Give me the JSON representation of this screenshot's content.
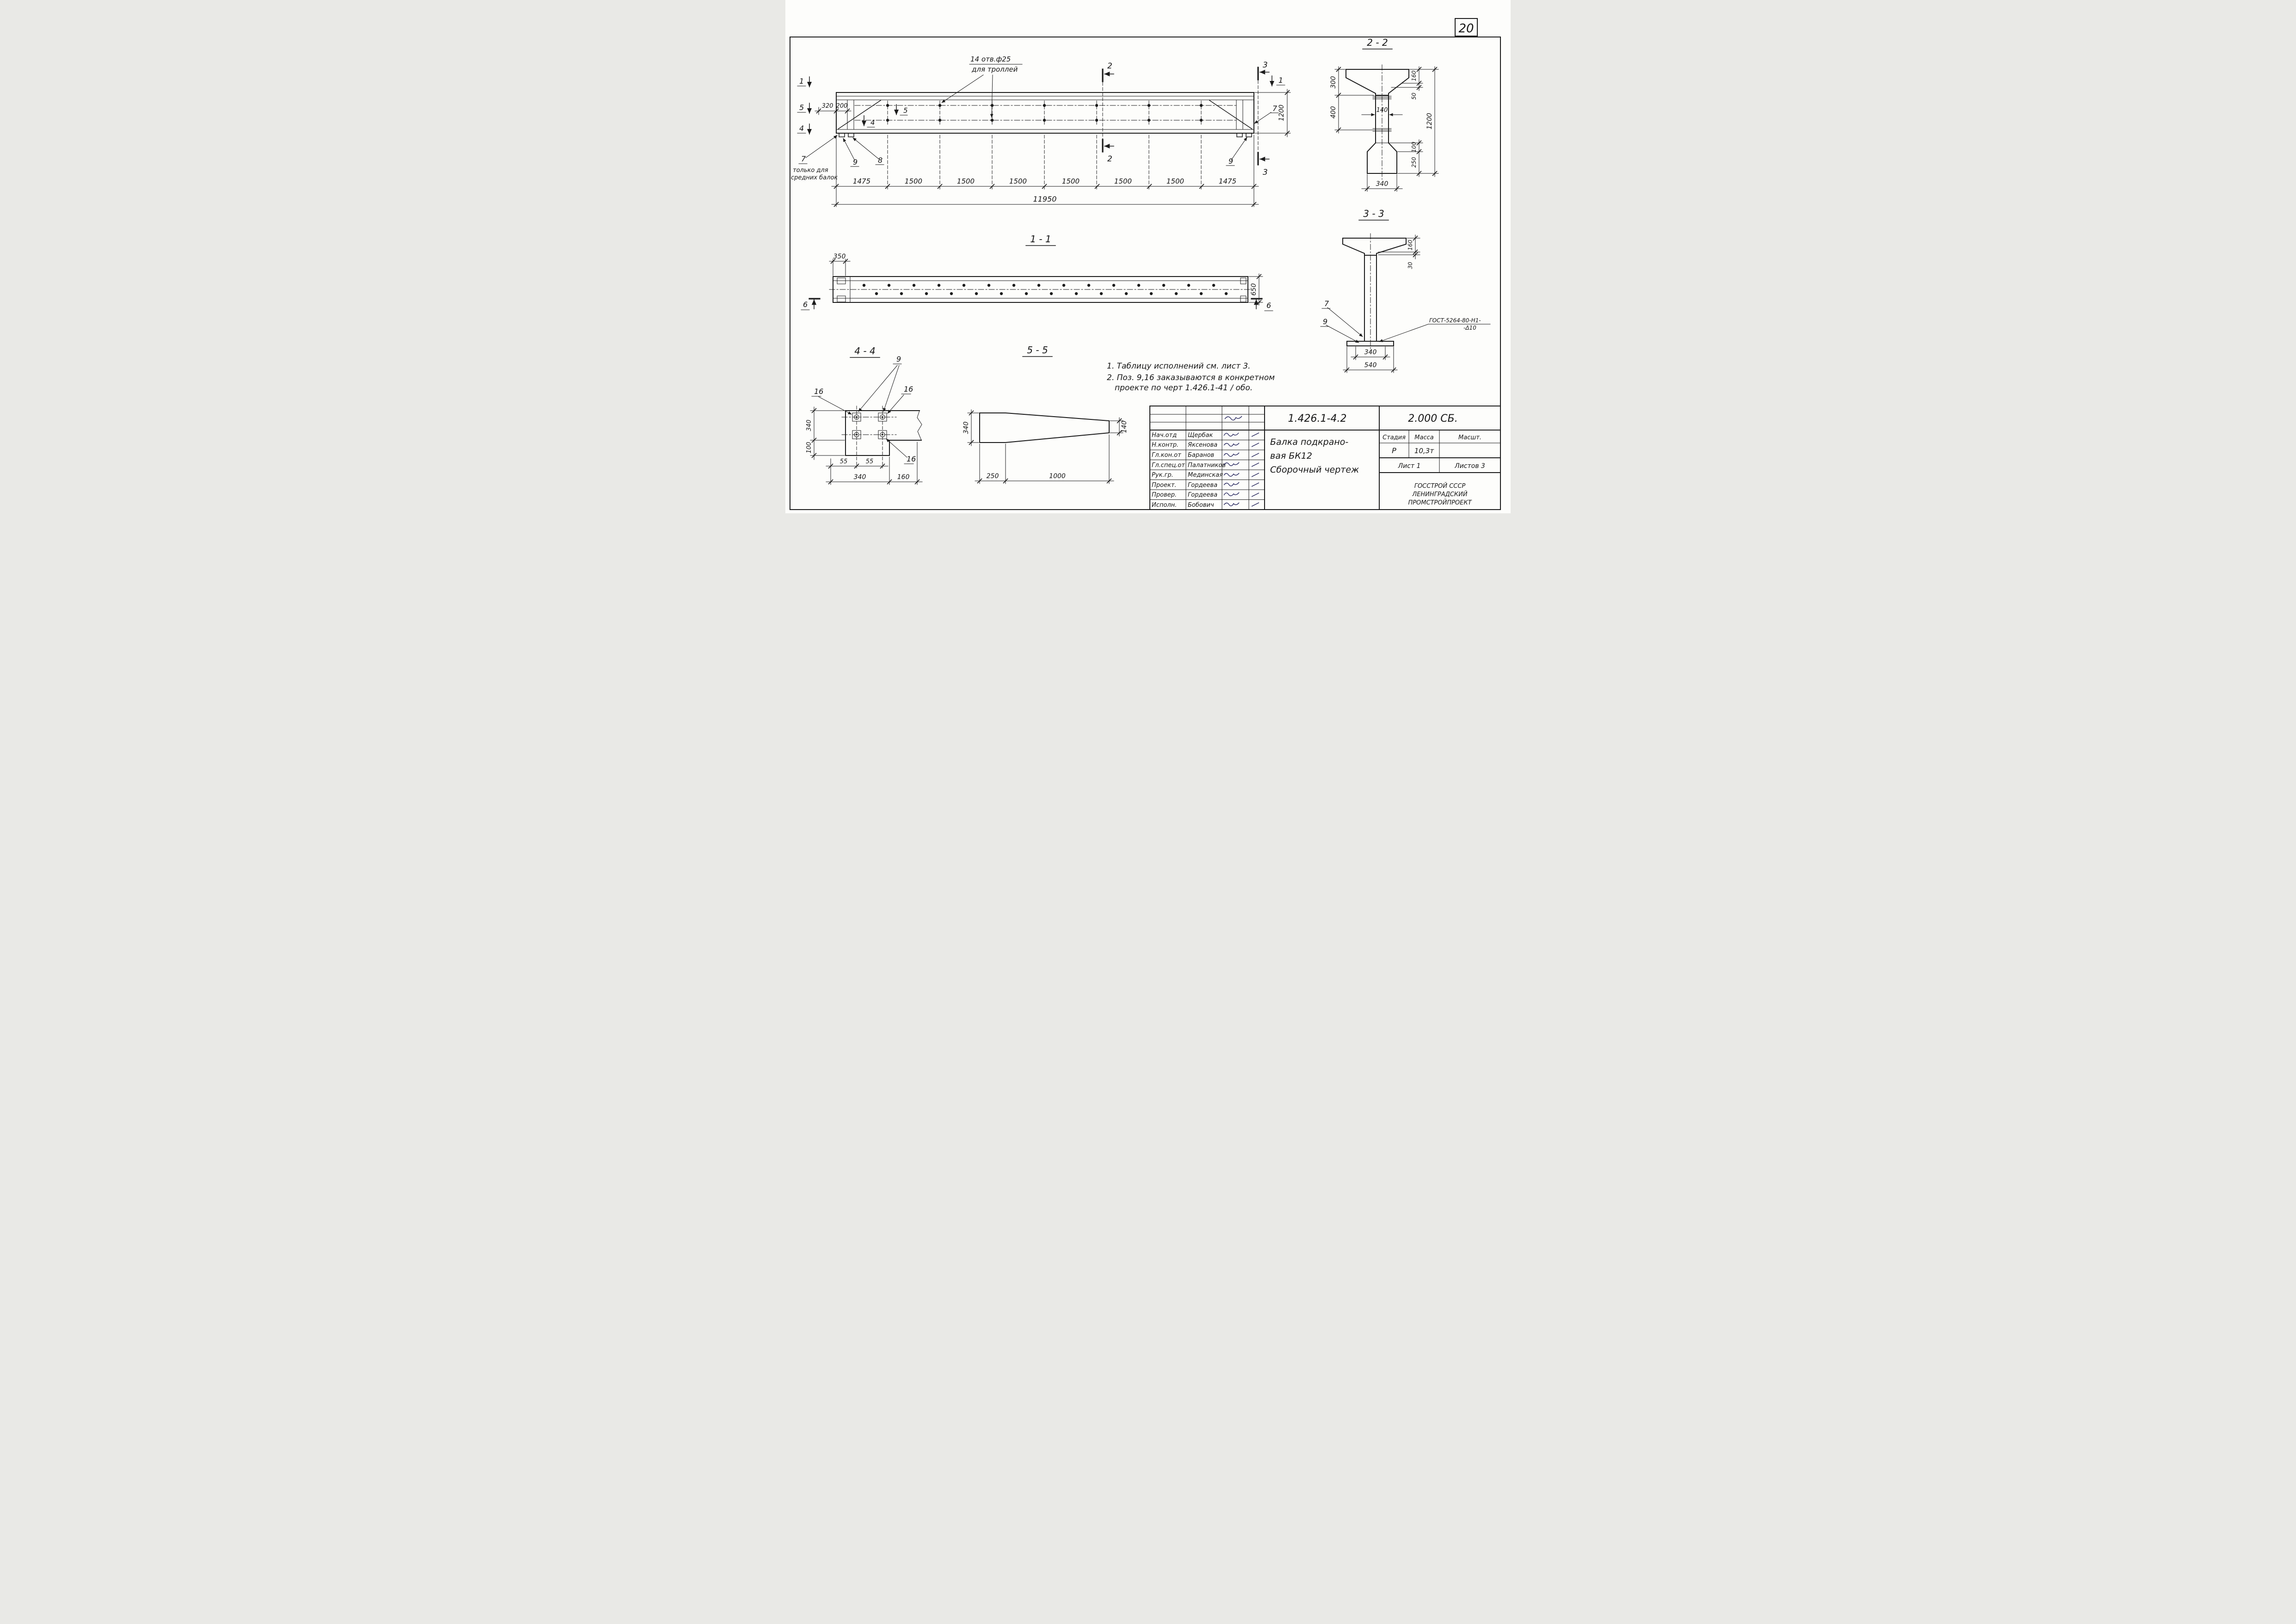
{
  "page": {
    "number": "20"
  },
  "main": {
    "hole_note1": "14 отв.ф25",
    "hole_note2": "для троллей",
    "d320": "320",
    "d200": "200",
    "seg": [
      "1475",
      "1500",
      "1500",
      "1500",
      "1500",
      "1500",
      "1500",
      "1475"
    ],
    "total": "11950",
    "height": "1200",
    "m1l": "1",
    "m5l": "5",
    "m4l": "4",
    "m5i": "5",
    "m4i": "4",
    "m2t": "2",
    "m2b": "2",
    "m3t": "3",
    "m3b": "3",
    "m1r": "1",
    "p7l": "7",
    "p9l": "9",
    "p8": "8",
    "p7r": "7",
    "p9r": "9",
    "note7_1": "только для",
    "note7_2": "средних балок"
  },
  "s22": {
    "title": "2 - 2",
    "d300": "300",
    "d400": "400",
    "d140": "140",
    "d160": "160",
    "d50": "50",
    "d100": "100",
    "d250": "250",
    "d1200": "1200",
    "d340": "340"
  },
  "s33": {
    "title": "3 - 3",
    "d160": "160",
    "d30": "30",
    "d340": "340",
    "d540": "540",
    "p7": "7",
    "p9": "9",
    "gost1": "ГОСТ-5264-80-Н1-",
    "gost2": "-Δ10"
  },
  "s11": {
    "title": "1 - 1",
    "d350": "350",
    "d650": "650",
    "m6l": "6",
    "m6r": "6"
  },
  "s44": {
    "title": "4 - 4",
    "p9": "9",
    "p16a": "16",
    "p16b": "16",
    "p16c": "16",
    "d340": "340",
    "d100": "100",
    "d55a": "55",
    "d55b": "55",
    "d340b": "340",
    "d160": "160"
  },
  "s55": {
    "title": "5 - 5",
    "d340": "340",
    "d140": "140",
    "d250": "250",
    "d1000": "1000"
  },
  "notes": {
    "n1": "1. Таблицу исполнений  см. лист 3.",
    "n2": "2. Поз. 9,16 заказываются в конкретном",
    "n3": "проекте по черт 1.426.1-41 / обо."
  },
  "tb": {
    "doc": "1.426.1-4.2",
    "code": "2.000 СБ.",
    "t1": "Балка подкрано-",
    "t2": "вая БК12",
    "t3": "Сборочный  чертеж",
    "rows": [
      {
        "role": "Нач.отд",
        "name": "Щербак"
      },
      {
        "role": "Н.контр.",
        "name": "Яксенова"
      },
      {
        "role": "Гл.кон.от",
        "name": "Баранов"
      },
      {
        "role": "Гл.спец.от",
        "name": "Палатников"
      },
      {
        "role": "Рук.гр.",
        "name": "Мединская"
      },
      {
        "role": "Проект.",
        "name": "Гордеева"
      },
      {
        "role": "Провер.",
        "name": "Гордеева"
      },
      {
        "role": "Исполн.",
        "name": "Бобович"
      }
    ],
    "h_stage": "Стадия",
    "h_mass": "Масса",
    "h_scale": "Масшт.",
    "stage": "Р",
    "mass": "10,3т",
    "sheet": "Лист 1",
    "sheets": "Листов 3",
    "org1": "ГОССТРОЙ СССР",
    "org2": "ЛЕНИНГРАДСКИЙ",
    "org3": "ПРОМСТРОЙПРОЕКТ"
  }
}
